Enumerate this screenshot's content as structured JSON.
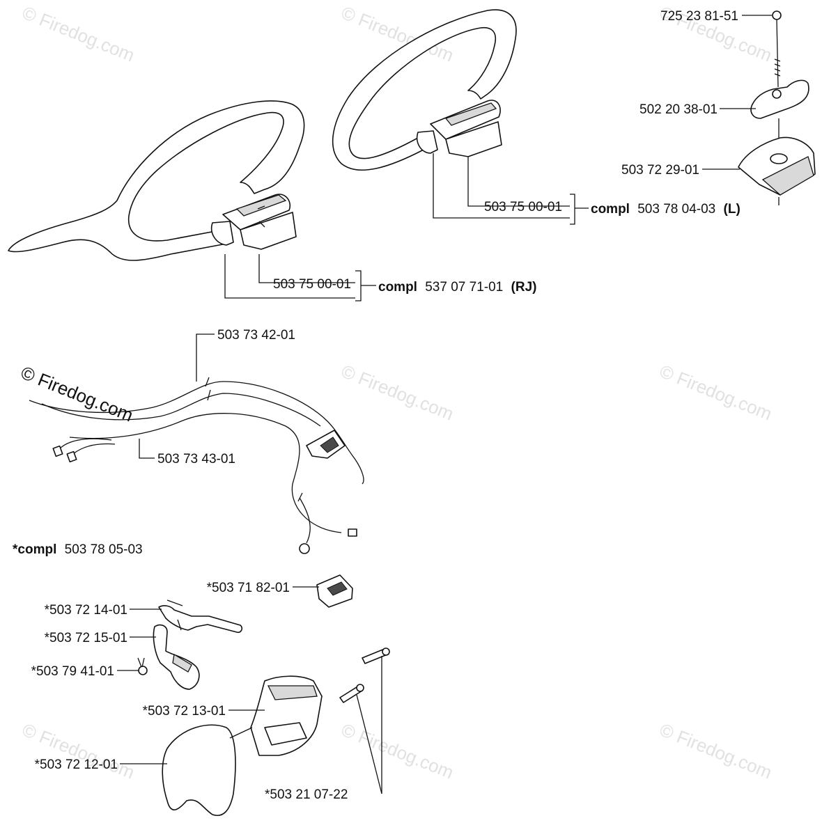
{
  "watermark": "© Firedog.com",
  "labels": {
    "bolt": "725 23 81-51",
    "knob": "502 20 38-01",
    "clamp": "503 72 29-01",
    "handle_l_part": "503 75 00-01",
    "handle_l_compl_word": "compl",
    "handle_l_compl_num": "503 78 04-03",
    "handle_l_suffix": "(L)",
    "handle_rj_part": "503 75 00-01",
    "handle_rj_compl_word": "compl",
    "handle_rj_compl_num": "537 07 71-01",
    "handle_rj_suffix": "(RJ)",
    "cable_1": "503 73 42-01",
    "cable_2": "503 73 43-01",
    "compl_kit_word": "*compl",
    "compl_kit_num": "503 78 05-03",
    "switch": "*503 71 82-01",
    "throttle_lever": "*503 72 14-01",
    "lockout_lever": "*503 72 15-01",
    "spring": "*503 79 41-01",
    "housing_half": "*503 72 13-01",
    "grip_cover": "*503 72 12-01",
    "screw": "*503 21 07-22"
  }
}
